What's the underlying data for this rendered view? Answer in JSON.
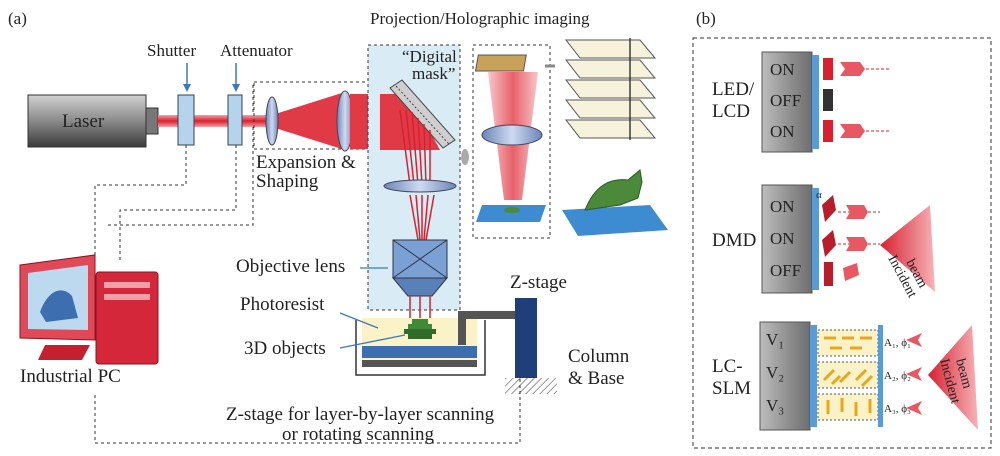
{
  "panel_a": {
    "label": "(a)",
    "title": "Projection/Holographic imaging",
    "laser": "Laser",
    "shutter": "Shutter",
    "attenuator": "Attenuator",
    "expansion_line1": "Expansion &",
    "expansion_line2": "Shaping",
    "digital_mask_line1": "“Digital",
    "digital_mask_line2": "mask”",
    "objective_lens": "Objective lens",
    "photoresist": "Photoresist",
    "objects_3d": "3D objects",
    "industrial_pc": "Industrial PC",
    "z_stage": "Z-stage",
    "column_line1": "Column",
    "column_line2": "& Base",
    "caption_line1": "Z-stage for layer-by-layer scanning",
    "caption_line2": "or rotating scanning"
  },
  "panel_b": {
    "label": "(b)",
    "led_line1": "LED/",
    "led_line2": "LCD",
    "led_states": [
      "ON",
      "OFF",
      "ON"
    ],
    "dmd": "DMD",
    "dmd_states": [
      "ON",
      "ON",
      "OFF"
    ],
    "alpha": "α",
    "incident_line1": "Incident",
    "incident_line2": "beam",
    "lcslm_line1": "LC-",
    "lcslm_line2": "SLM",
    "voltages": [
      "V₁",
      "V₂",
      "V₃"
    ],
    "amp_phase": [
      "A₁, ϕ₁",
      "A₂, ϕ₂",
      "A₃, ϕ₃"
    ]
  },
  "colors": {
    "laser_red": "#d8202e",
    "mask_panel": "#d9ecf5",
    "pc_red": "#d4283a",
    "z_stage_blue": "#1f3f7a"
  }
}
